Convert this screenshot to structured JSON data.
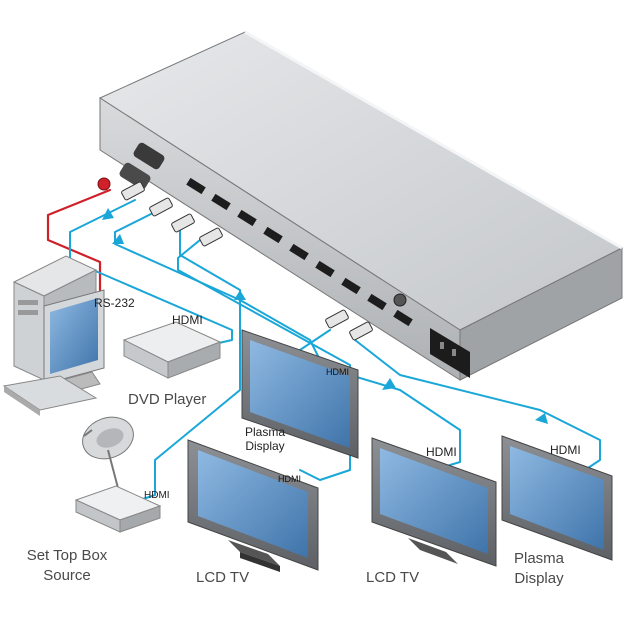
{
  "labels": {
    "rs232": "RS-232",
    "dvd_hdmi": "HDMI",
    "dvd_player": "DVD Player",
    "stb_hdmi": "HDMI",
    "stb_line1": "Set Top Box",
    "stb_line2": "Source",
    "plasma1_hdmi": "HDMI",
    "plasma1_line1": "Plasma",
    "plasma1_line2": "Display",
    "lcd1_hdmi": "HDMI",
    "lcd1_name": "LCD TV",
    "lcd2_hdmi": "HDMI",
    "lcd2_name": "LCD TV",
    "plasma2_hdmi": "HDMI",
    "plasma2_line1": "Plasma",
    "plasma2_line2": "Display"
  },
  "colors": {
    "hdmi_cable": "#1aa7d8",
    "rs232_cable": "#d0202a",
    "device_body": "#c9ccce",
    "screen": "#5f93c7"
  },
  "icons": [
    "switcher-device",
    "computer-tower",
    "monitor",
    "keyboard",
    "dvd-player",
    "satellite-dish",
    "set-top-box",
    "plasma-display",
    "lcd-tv"
  ]
}
